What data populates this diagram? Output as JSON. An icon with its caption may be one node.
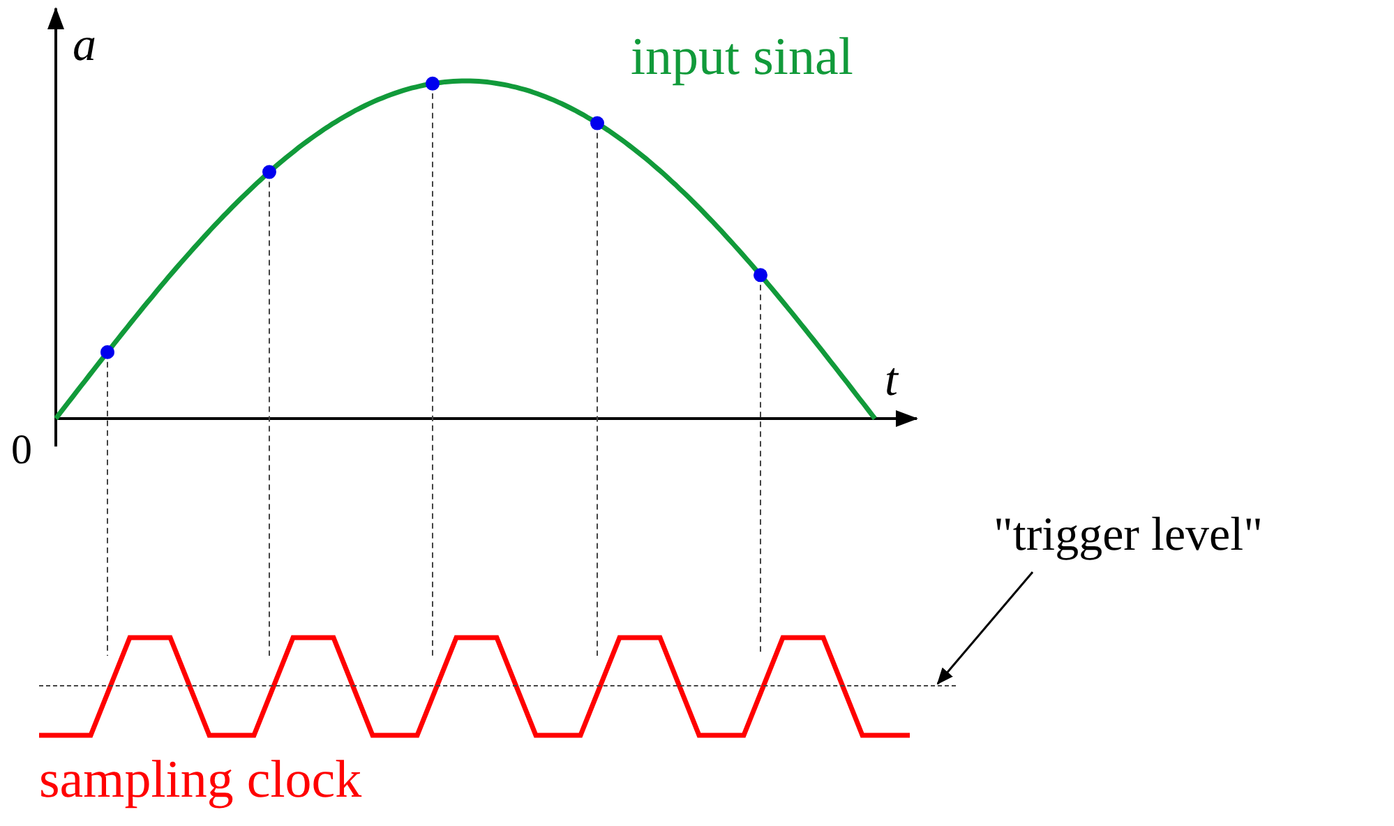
{
  "diagram": {
    "nodes": [
      {
        "text": [
          "\"trigger level\""
        ]
      },
      {
        "text": [],
        "shape": "line"
      }
    ],
    "edges": [
      {
        "from": 0,
        "to": 1,
        "arrow": "to"
      }
    ],
    "labels": [
      "a",
      "input sinal",
      "t",
      "0",
      "sampling clock"
    ]
  }
}
